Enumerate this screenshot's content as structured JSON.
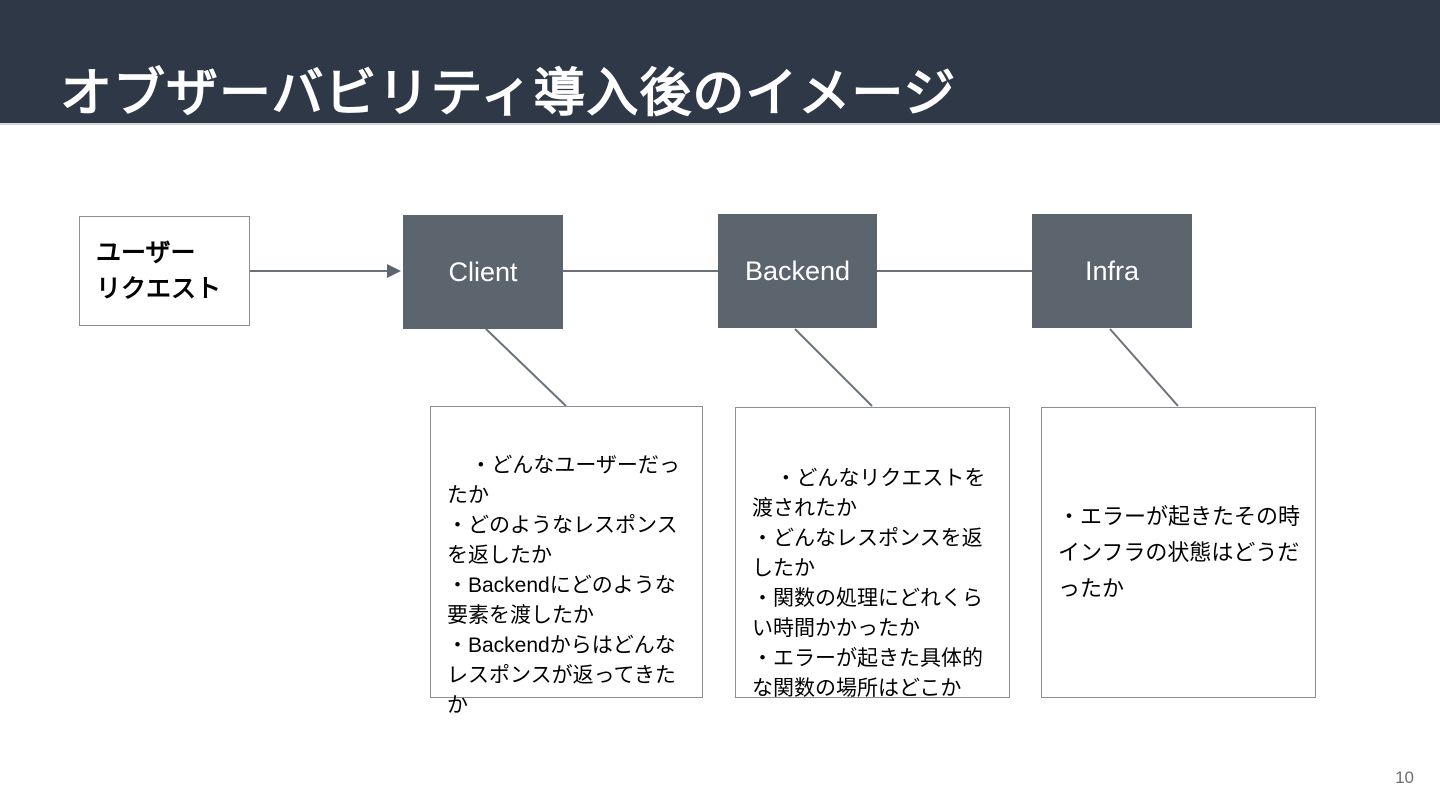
{
  "slide": {
    "title": "オブザーバビリティ導入後のイメージ",
    "page_number": "10",
    "colors": {
      "header_band": "#2e3847",
      "node_fill": "#5c646e",
      "node_text": "#ffffff",
      "box_border": "#8a8f96",
      "connector": "#6b7079",
      "page_number_text": "#6f6f6f"
    }
  },
  "nodes": [
    {
      "id": "user-request",
      "label": "ユーザー\nリクエスト",
      "style": "outline"
    },
    {
      "id": "client",
      "label": "Client",
      "style": "filled"
    },
    {
      "id": "backend",
      "label": "Backend",
      "style": "filled"
    },
    {
      "id": "infra",
      "label": "Infra",
      "style": "filled"
    }
  ],
  "connectors": [
    {
      "from": "user-request",
      "to": "client",
      "kind": "arrow"
    },
    {
      "from": "client",
      "to": "backend",
      "kind": "line"
    },
    {
      "from": "backend",
      "to": "infra",
      "kind": "line"
    },
    {
      "from": "client",
      "to": "annot-client",
      "kind": "leader"
    },
    {
      "from": "backend",
      "to": "annot-backend",
      "kind": "leader"
    },
    {
      "from": "infra",
      "to": "annot-infra",
      "kind": "leader"
    }
  ],
  "annotations": {
    "client": "・どんなユーザーだったか\n・どのようなレスポンスを返したか\n・Backendにどのような要素を渡したか\n・Backendからはどんなレスポンスが返ってきたか",
    "backend": "・どんなリクエストを渡されたか\n・どんなレスポンスを返したか\n・関数の処理にどれくらい時間かかったか\n・エラーが起きた具体的な関数の場所はどこか",
    "infra": "・エラーが起きたその時インフラの状態はどうだったか"
  }
}
